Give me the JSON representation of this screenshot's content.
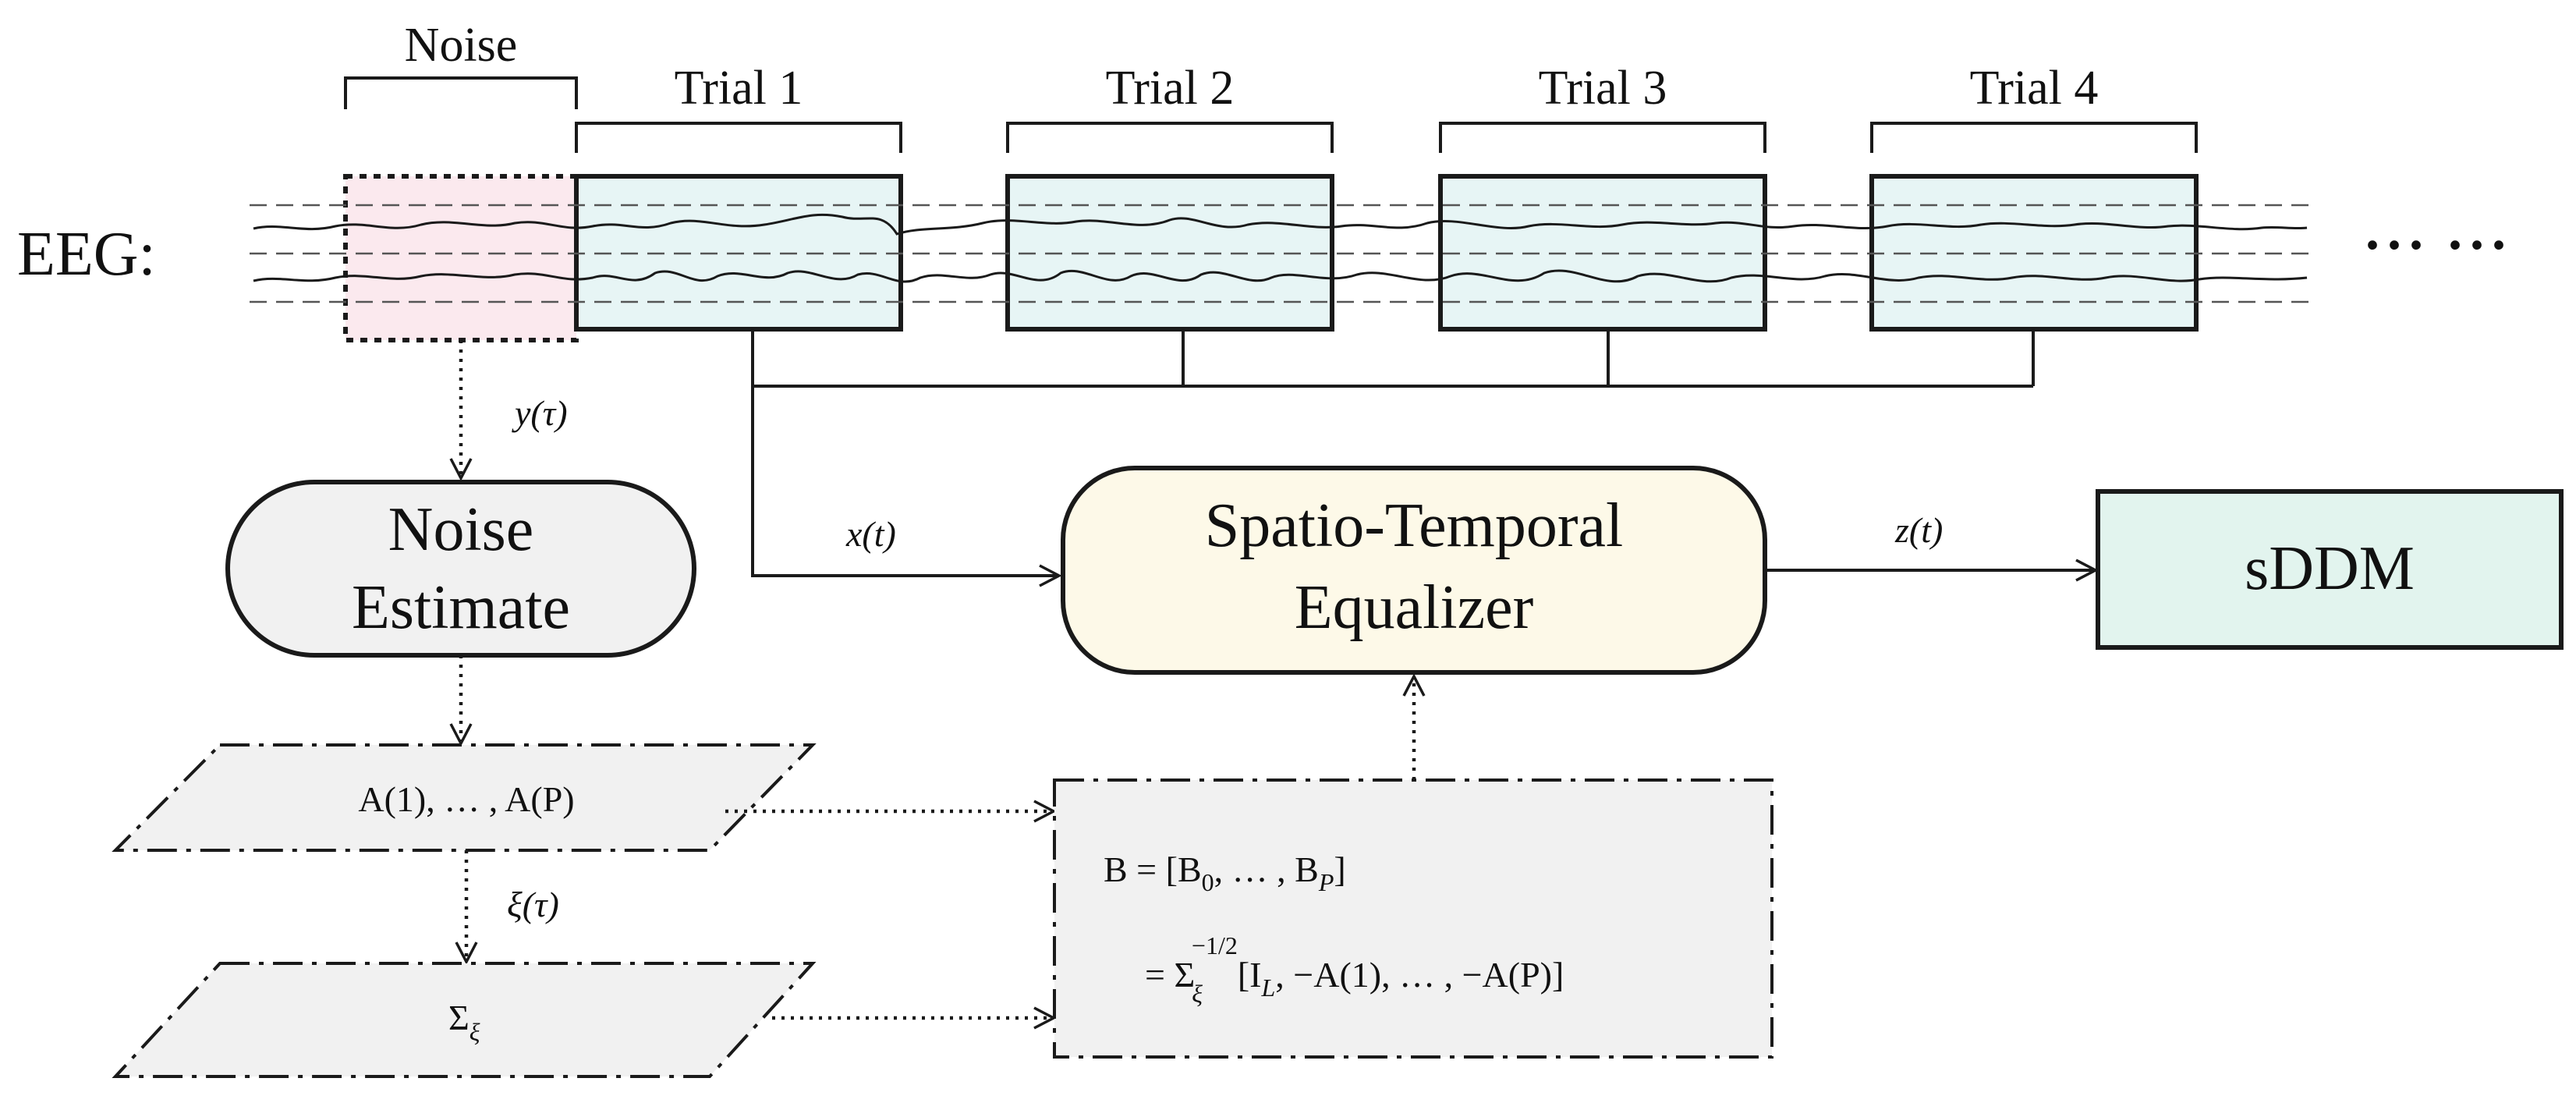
{
  "eeg_label": "EEG:",
  "ellipsis": "··· ···",
  "noise_label": "Noise",
  "trials": [
    {
      "label": "Trial 1"
    },
    {
      "label": "Trial 2"
    },
    {
      "label": "Trial 3"
    },
    {
      "label": "Trial 4"
    }
  ],
  "signals": {
    "y": "y(τ)",
    "x": "x(t)",
    "z": "z(t)",
    "xi": "ξ(τ)"
  },
  "noise_estimate": {
    "line1": "Noise",
    "line2": "Estimate"
  },
  "equalizer": {
    "line1": "Spatio-Temporal",
    "line2": "Equalizer"
  },
  "sddm": "sDDM",
  "ar_coeffs": "A(1), … , A(P)",
  "sigma": "Σ",
  "sigma_sub": "ξ",
  "b_eq": {
    "line1_a": "B = [B",
    "line1_sub0": "0",
    "line1_b": ", … , B",
    "line1_subP": "P",
    "line1_c": "]",
    "line2_a": "= Σ",
    "line2_sub": "ξ",
    "line2_sup": "−1/2",
    "line2_b": "[I",
    "line2_subL": "L",
    "line2_c": ", −A(1), … , −A(P)]"
  },
  "colors": {
    "noise_fill": "#fbe9ee",
    "trial_fill": "#e7f5f5",
    "noise_estimate_fill": "#f1f1f1",
    "equalizer_fill": "#fdf9e8",
    "sddm_fill": "#e2f4ee",
    "parallelogram_fill": "#f1f1f1",
    "b_box_fill": "#f1f1f1"
  }
}
